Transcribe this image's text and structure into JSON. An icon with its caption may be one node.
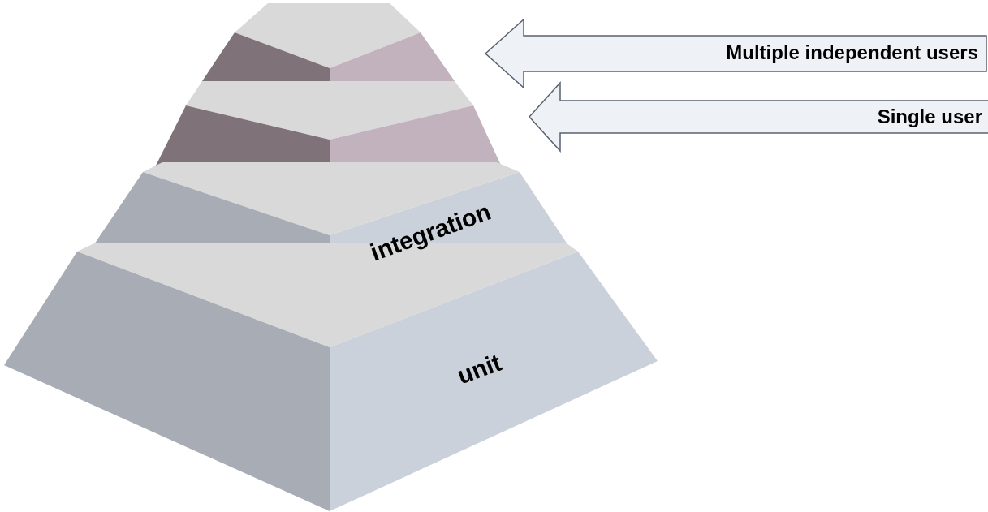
{
  "diagram": {
    "nodes": [
      {
        "text": [],
        "shape": "box"
      },
      {
        "text": [],
        "shape": "box"
      },
      {
        "text": [
          "integration"
        ]
      },
      {
        "text": [
          "unit"
        ]
      },
      {
        "text": [
          "Multiple independent users"
        ]
      },
      {
        "text": [
          "Single user"
        ]
      }
    ],
    "edges": [
      {
        "from": 4,
        "to": 0,
        "arrow": "to"
      },
      {
        "from": 5,
        "to": 1,
        "arrow": "to"
      }
    ]
  }
}
